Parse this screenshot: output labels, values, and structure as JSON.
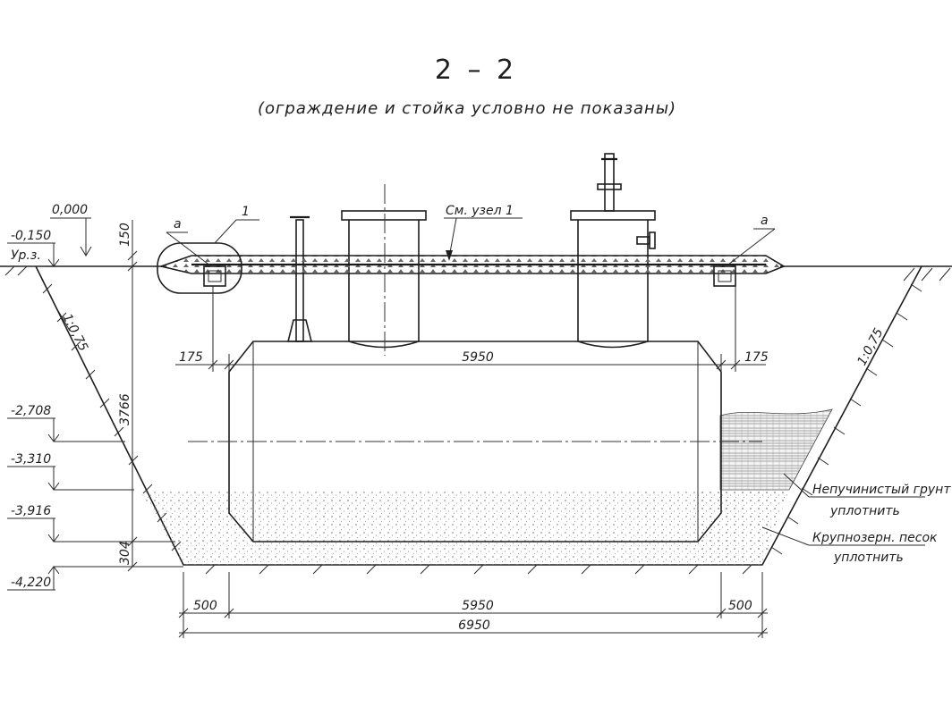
{
  "title": "2 – 2",
  "subtitle": "(ограждение и стойка условно не показаны)",
  "elevations": [
    "0,000",
    "-0,150",
    "Ур.з.",
    "-2,708",
    "-3,310",
    "-3,916",
    "-4,220"
  ],
  "slope_left": "1:0,75",
  "slope_right": "1:0,75",
  "node_ref": "См. узел 1",
  "node_number": "1",
  "detail_a_left": "а",
  "detail_a_right": "а",
  "dims": {
    "top_150": "150",
    "height_3766": "3766",
    "bottom_304": "304",
    "left_175": "175",
    "right_175": "175",
    "tank_len_top": "5950",
    "bottom_500_left": "500",
    "bottom_5950": "5950",
    "bottom_500_right": "500",
    "total_6950": "6950"
  },
  "legend": {
    "soil_line1": "Непучинистый грунт",
    "soil_line2": "уплотнить",
    "sand_line1": "Крупнозерн. песок",
    "sand_line2": "уплотнить"
  }
}
